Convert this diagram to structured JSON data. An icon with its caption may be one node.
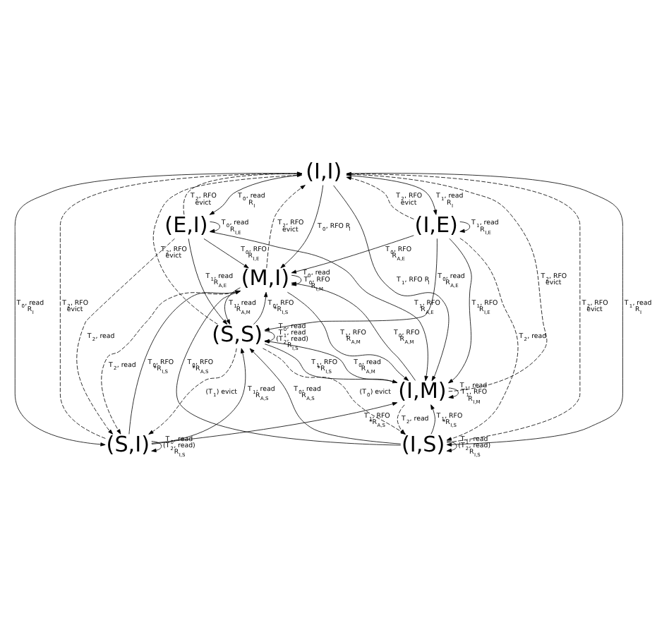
{
  "diagram": {
    "nodes": [
      {
        "text": [
          "(I,I)"
        ]
      },
      {
        "text": [
          "(E,I)"
        ]
      },
      {
        "text": [
          "(I,E)"
        ]
      },
      {
        "text": [
          "(M,I)"
        ]
      },
      {
        "text": [
          "(S,S)"
        ]
      },
      {
        "text": [
          "(I,M)"
        ]
      },
      {
        "text": [
          "(S,I)"
        ]
      },
      {
        "text": [
          "(I,S)"
        ]
      }
    ],
    "edges": [
      {
        "from": 0,
        "to": 1,
        "label": "T$_{0}$, read R$_{I}$",
        "arrow": "to"
      },
      {
        "from": 0,
        "to": 3,
        "label": "T$_{0}$, RFO R$_{I}$",
        "arrow": "to"
      },
      {
        "from": 0,
        "to": 6,
        "label": "T$_{0}$, read R$_{I}$",
        "arrow": "to"
      },
      {
        "from": 0,
        "to": 2,
        "label": "T$_{1}$, read R$_{I}$",
        "arrow": "to"
      },
      {
        "from": 0,
        "to": 5,
        "label": "T$_{1}$, RFO R$_{I}$",
        "arrow": "to"
      },
      {
        "from": 0,
        "to": 7,
        "label": "T$_{1}$, read R$_{I}$",
        "arrow": "to"
      },
      {
        "from": 1,
        "to": 0,
        "label": "T$_{2}$, RFO evict",
        "arrow": "to",
        "style": "dashed"
      },
      {
        "from": 2,
        "to": 0,
        "label": "T$_{2}$, RFO evict",
        "arrow": "to",
        "style": "dashed"
      },
      {
        "from": 3,
        "to": 0,
        "label": "T$_{2}$, RFO evict",
        "arrow": "to",
        "style": "dashed"
      },
      {
        "from": 4,
        "to": 0,
        "label": "T$_{2}$, RFO evict",
        "arrow": "to",
        "style": "dashed"
      },
      {
        "from": 5,
        "to": 0,
        "label": "T$_{2}$, RFO evict",
        "arrow": "to",
        "style": "dashed"
      },
      {
        "from": 6,
        "to": 0,
        "label": "T$_{2}$, RFO evict",
        "arrow": "to",
        "style": "dashed"
      },
      {
        "from": 7,
        "to": 0,
        "label": "T$_{2}$, RFO evict",
        "arrow": "to",
        "style": "dashed"
      },
      {
        "from": 1,
        "to": 1,
        "label": "T$_{0}$, read R$_{I,E}$",
        "arrow": "to"
      },
      {
        "from": 2,
        "to": 2,
        "label": "T$_{1}$, read R$_{I,E}$",
        "arrow": "to"
      },
      {
        "from": 1,
        "to": 5,
        "label": "T$_{1}$, RFO R$_{A,E}$",
        "arrow": "to"
      },
      {
        "from": 2,
        "to": 3,
        "label": "T$_{0}$, RFO R$_{A,E}$",
        "arrow": "to"
      },
      {
        "from": 1,
        "to": 3,
        "label": "T$_{0}$, RFO R$_{I,E}$",
        "arrow": "to"
      },
      {
        "from": 1,
        "to": 4,
        "label": "T$_{1}$, read R$_{A,E}$",
        "arrow": "to"
      },
      {
        "from": 2,
        "to": 4,
        "label": "T$_{0}$, read R$_{A,E}$",
        "arrow": "to"
      },
      {
        "from": 2,
        "to": 5,
        "label": "T$_{1}$, RFO R$_{I,E}$",
        "arrow": "to"
      },
      {
        "from": 1,
        "to": 6,
        "label": "T$_{2}$, read",
        "arrow": "to",
        "style": "dashed"
      },
      {
        "from": 2,
        "to": 7,
        "label": "T$_{2}$, read",
        "arrow": "to",
        "style": "dashed"
      },
      {
        "from": 3,
        "to": 3,
        "label": "T$_{0}$, read T$_{0}$, RFO R$_{I,M}$",
        "arrow": "to"
      },
      {
        "from": 4,
        "to": 4,
        "label": "T$_{0}$, read T$_{1}$, read (T$_{2}$, read) R$_{I,S}$",
        "arrow": "to"
      },
      {
        "from": 5,
        "to": 5,
        "label": "T$_{1}$, read T$_{1}$, RFO R$_{I,M}$",
        "arrow": "to"
      },
      {
        "from": 4,
        "to": 3,
        "label": "T$_{0}$, RFO *R$_{I,S}$",
        "arrow": "to"
      },
      {
        "from": 3,
        "to": 4,
        "label": "T$_{1}$, read R$_{A,M}$",
        "arrow": "to"
      },
      {
        "from": 4,
        "to": 5,
        "label": "T$_{1}$, RFO *R$_{I,S}$",
        "arrow": "to"
      },
      {
        "from": 5,
        "to": 4,
        "label": "T$_{0}$, read R$_{A,M}$",
        "arrow": "to"
      },
      {
        "from": 6,
        "to": 3,
        "label": "T$_{0}$, RFO *R$_{I,S}$",
        "arrow": "to"
      },
      {
        "from": 7,
        "to": 5,
        "label": "T$_{1}$, RFO *R$_{I,S}$",
        "arrow": "to"
      },
      {
        "from": 3,
        "to": 6,
        "label": "T$_{2}$, read",
        "arrow": "to",
        "style": "dashed"
      },
      {
        "from": 5,
        "to": 7,
        "label": "T$_{2}$, read",
        "arrow": "to",
        "style": "dashed"
      },
      {
        "from": 7,
        "to": 3,
        "label": "T$_{0}$, RFO *R$_{A,S}$",
        "arrow": "to"
      },
      {
        "from": 6,
        "to": 5,
        "label": "T$_{1}$, RFO *R$_{A,S}$",
        "arrow": "to"
      },
      {
        "from": 5,
        "to": 3,
        "label": "T$_{0}$, RFO R$_{A,M}$",
        "arrow": "to"
      },
      {
        "from": 3,
        "to": 5,
        "label": "T$_{1}$, RFO R$_{A,M}$",
        "arrow": "to"
      },
      {
        "from": 6,
        "to": 6,
        "label": "T$_{0}$, read (T$_{2}$, read) R$_{I,S}$",
        "arrow": "to"
      },
      {
        "from": 7,
        "to": 7,
        "label": "T$_{1}$, read (T$_{2}$, read) R$_{I,S}$",
        "arrow": "to"
      },
      {
        "from": 4,
        "to": 6,
        "label": "(T$_{1}$) evict",
        "arrow": "to",
        "style": "dashed"
      },
      {
        "from": 4,
        "to": 7,
        "label": "(T$_{0}$) evict",
        "arrow": "to",
        "style": "dashed"
      },
      {
        "from": 6,
        "to": 4,
        "label": "T$_{1}$, read R$_{A,S}$",
        "arrow": "to"
      },
      {
        "from": 7,
        "to": 4,
        "label": "T$_{0}$, read R$_{A,S}$",
        "arrow": "to"
      }
    ]
  }
}
